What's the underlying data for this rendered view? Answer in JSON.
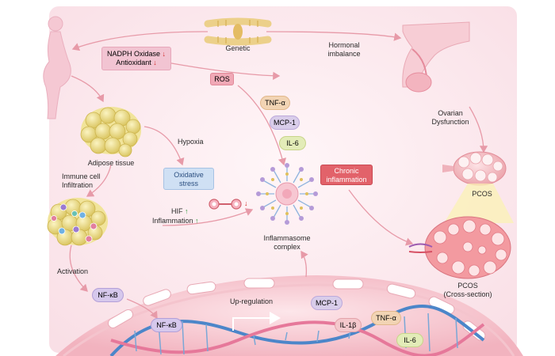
{
  "labels": {
    "genetic": "Genetic",
    "hormonal_line1": "Hormonal",
    "hormonal_line2": "imbalance",
    "ovarian_line1": "Ovarian",
    "ovarian_line2": "Dysfunction",
    "pcos": "PCOS",
    "pcos_cross_line1": "PCOS",
    "pcos_cross_line2": "(Cross-section)",
    "adipose": "Adipose tissue",
    "hypoxia": "Hypoxia",
    "immune_line1": "Immune cell",
    "immune_line2": "Infiltration",
    "activation": "Activation",
    "inflammasome_line1": "Inflammasome",
    "inflammasome_line2": "complex",
    "hif": "HIF",
    "inflammation": "Inflammation",
    "upregulation": "Up-regulation"
  },
  "boxes": {
    "nadph": "NADPH Oxidase",
    "antioxidant": "Antioxidant",
    "ros": "ROS",
    "oxidative_line1": "Oxidative",
    "oxidative_line2": "stress",
    "chronic_line1": "Chronic",
    "chronic_line2": "inflammation"
  },
  "cytokines": {
    "tnf": "TNF-α",
    "mcp1": "MCP-1",
    "il6": "IL-6",
    "nfkb_upper": "NF-κB",
    "nfkb_lower": "NF-κB",
    "mcp1_lower": "MCP-1",
    "il1b": "IL-1β",
    "tnf_lower": "TNF-α",
    "il6_lower": "IL-6"
  },
  "arrows": {
    "down": "↓",
    "up": "↑"
  },
  "colors": {
    "background_tint": "#fbe7ec",
    "nadph_box": "#f2c4d2",
    "ros_box": "#f0a8b6",
    "oxidative_box": "#cfe0f4",
    "chronic_box": "#e2626a",
    "tnf_pill": "#f2d4b4",
    "mcp1_pill": "#d9cdea",
    "il6_pill": "#e3ecb8",
    "nfkb_pill": "#d6c8ec",
    "il1b_pill": "#f4c8cc",
    "ovary": "#f0a6ac",
    "adipose": "#f1e49a",
    "up_arrow": "#2f9a3c",
    "down_arrow": "#d22a2a"
  },
  "icons": [
    "pregnant-woman-silhouette",
    "chromosome-icon",
    "fallopian-tube-icon",
    "ovary-icon",
    "ovary-cross-section-icon",
    "adipose-tissue-icon",
    "immune-cell-cluster-icon",
    "inflammasome-icon",
    "catalase-molecule-icon",
    "dna-helix-icon"
  ]
}
